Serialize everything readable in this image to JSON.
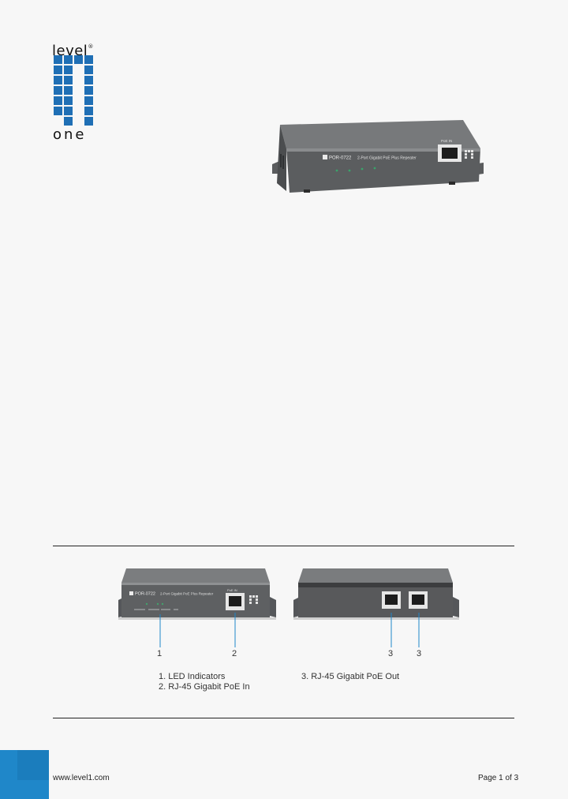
{
  "logo": {
    "top_text": "level",
    "mark": "®",
    "bottom_text": "one",
    "color": "#1f6fb5"
  },
  "hero": {
    "model_label": "POR-0722",
    "product_label": "2-Port Gigabit PoE Plus Repeater",
    "port_label": "PoE IN"
  },
  "figure": {
    "front": {
      "model_label": "POR-0722",
      "product_label": "2-Port Gigabit PoE Plus Repeater",
      "port_label": "PoE IN"
    },
    "callouts": [
      "1",
      "2",
      "3",
      "3"
    ],
    "legend_left": [
      "1. LED Indicators",
      "2. RJ-45 Gigabit PoE In"
    ],
    "legend_right": [
      "3. RJ-45 Gigabit PoE Out"
    ]
  },
  "footer": {
    "url": "www.level1.com",
    "page": "Page 1 of 3",
    "accent_color": "#1f87c9"
  }
}
